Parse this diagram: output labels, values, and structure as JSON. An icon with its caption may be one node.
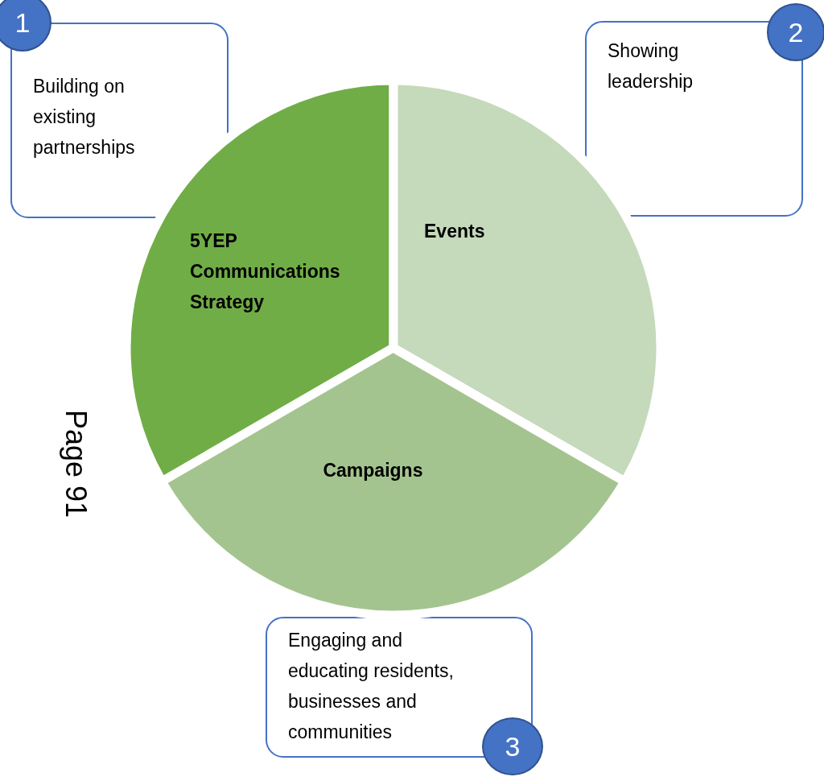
{
  "diagram": {
    "nodes": [
      {
        "text": [
          "1"
        ]
      },
      {
        "text": [
          "Building on existing partnerships"
        ]
      },
      {
        "text": [
          "Showing leadership"
        ]
      },
      {
        "text": [
          "2"
        ]
      },
      {
        "text": [
          "5YEP Communications Strategy"
        ]
      },
      {
        "text": [
          "Events"
        ]
      },
      {
        "text": [
          "Campaigns"
        ]
      },
      {
        "text": [
          "Engaging and educating residents, businesses and communities"
        ]
      },
      {
        "text": [
          "3"
        ]
      }
    ],
    "edges": [],
    "labels": [
      "Page 91"
    ]
  }
}
